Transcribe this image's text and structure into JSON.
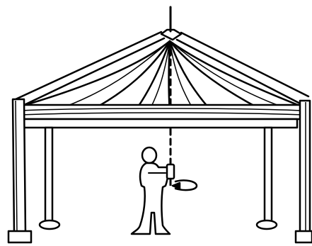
{
  "colors": {
    "background": "#ffffff",
    "ink": "#000000"
  },
  "illustration": {
    "subject": "tent-illustration",
    "elements": [
      "tent-roof",
      "center-pole",
      "frame-leg-left",
      "frame-leg-right",
      "frame-leg-back-left",
      "frame-leg-back-right",
      "person",
      "crank-handle",
      "rotation-arrow"
    ]
  }
}
